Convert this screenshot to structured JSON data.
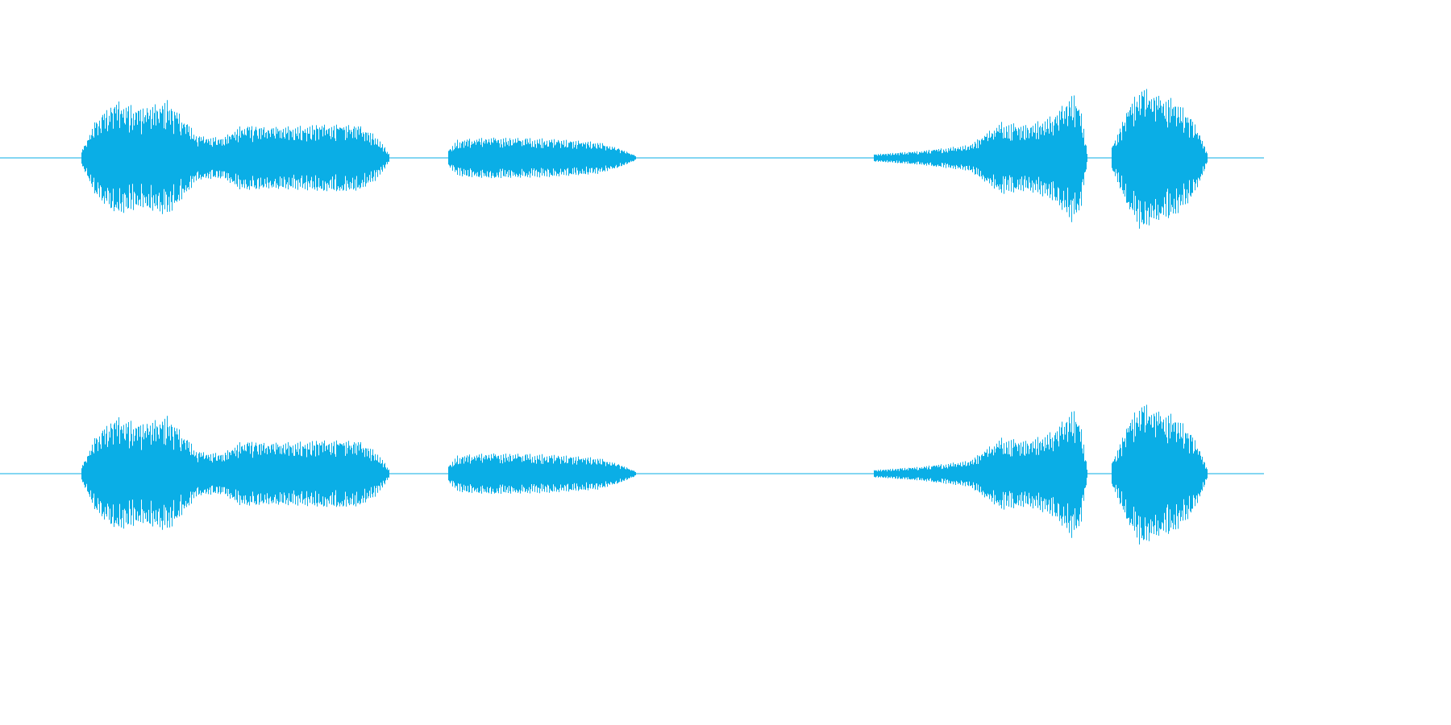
{
  "waveform": {
    "color": "#0aaee6",
    "background": "#ffffff",
    "channel_count": 2,
    "channels": [
      {
        "id": "channel-1"
      },
      {
        "id": "channel-2"
      }
    ],
    "segments_relative_peak": [
      {
        "start": 0.064,
        "end": 0.308,
        "envelope": [
          [
            0.0,
            0.08
          ],
          [
            0.05,
            0.55
          ],
          [
            0.12,
            0.78
          ],
          [
            0.2,
            0.68
          ],
          [
            0.28,
            0.8
          ],
          [
            0.34,
            0.5
          ],
          [
            0.38,
            0.3
          ],
          [
            0.46,
            0.28
          ],
          [
            0.52,
            0.45
          ],
          [
            0.6,
            0.42
          ],
          [
            0.7,
            0.44
          ],
          [
            0.8,
            0.46
          ],
          [
            0.9,
            0.45
          ],
          [
            0.96,
            0.3
          ],
          [
            1.0,
            0.05
          ]
        ]
      },
      {
        "start": 0.354,
        "end": 0.503,
        "envelope": [
          [
            0.0,
            0.1
          ],
          [
            0.05,
            0.25
          ],
          [
            0.2,
            0.28
          ],
          [
            0.5,
            0.27
          ],
          [
            0.8,
            0.22
          ],
          [
            0.92,
            0.12
          ],
          [
            1.0,
            0.03
          ]
        ]
      },
      {
        "start": 0.691,
        "end": 0.86,
        "envelope": [
          [
            0.0,
            0.05
          ],
          [
            0.2,
            0.09
          ],
          [
            0.45,
            0.18
          ],
          [
            0.6,
            0.5
          ],
          [
            0.72,
            0.45
          ],
          [
            0.85,
            0.6
          ],
          [
            0.93,
            0.9
          ],
          [
            0.97,
            0.7
          ],
          [
            1.0,
            0.05
          ]
        ]
      },
      {
        "start": 0.879,
        "end": 0.955,
        "envelope": [
          [
            0.0,
            0.15
          ],
          [
            0.15,
            0.6
          ],
          [
            0.3,
            1.0
          ],
          [
            0.5,
            0.85
          ],
          [
            0.65,
            0.82
          ],
          [
            0.8,
            0.62
          ],
          [
            0.92,
            0.35
          ],
          [
            1.0,
            0.05
          ]
        ]
      }
    ]
  }
}
